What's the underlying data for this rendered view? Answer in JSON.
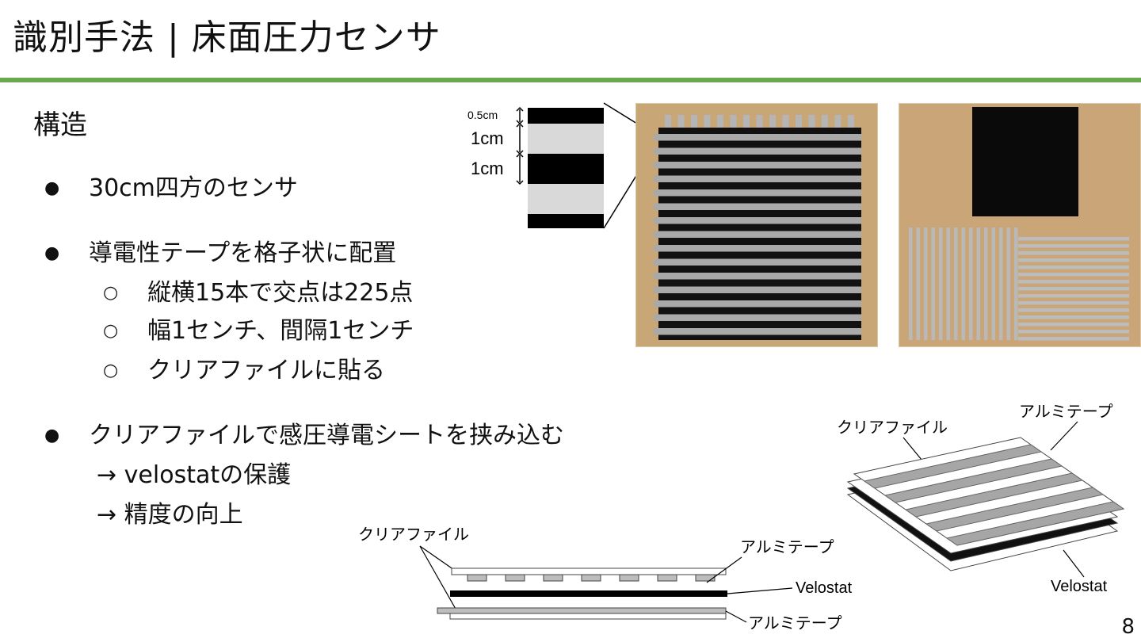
{
  "title": "識別手法 | 床面圧力センサ",
  "colors": {
    "accent": "#6aa84f",
    "wood": "#c9a675",
    "metal": "#b8b8b8"
  },
  "heading": "構造",
  "bullets": [
    {
      "text": "30cm四方のセンサ",
      "sub": []
    },
    {
      "text": "導電性テープを格子状に配置",
      "sub": [
        "縦横15本で交点は225点",
        "幅1センチ、間隔1センチ",
        "クリアファイルに貼る"
      ]
    },
    {
      "text": "クリアファイルで感圧導電シートを挟み込む",
      "sub": []
    }
  ],
  "bullet_symbol": "●",
  "sub_symbol": "○",
  "arrows": [
    "→ velostatの保護",
    "→ 精度の向上"
  ],
  "dim_diagram": {
    "small": "0.5cm",
    "label1": "1cm",
    "label2": "1cm"
  },
  "side_diagram": {
    "clear_file": "クリアファイル",
    "alu_top": "アルミテープ",
    "velostat": "Velostat",
    "alu_bottom": "アルミテープ"
  },
  "iso_diagram": {
    "clear_file": "クリアファイル",
    "alu": "アルミテープ",
    "velostat": "Velostat"
  },
  "photos": [
    "sensor-photo-assembled",
    "sensor-photo-parts"
  ],
  "page_number": "8"
}
